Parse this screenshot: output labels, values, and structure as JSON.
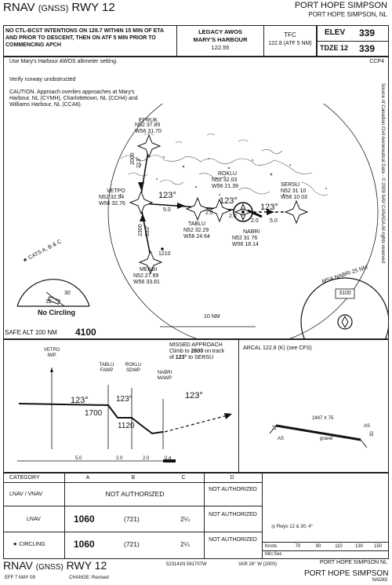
{
  "header": {
    "title_prefix": "RNAV",
    "title_sub": "(GNSS)",
    "title_rwy": "RWY 12",
    "location": "PORT HOPE SIMPSON",
    "location_sub": "PORT HOPE SIMPSON, NL"
  },
  "briefing": {
    "ctl_text": "NO CTL-BCST INTENTIONS ON 126.7 WITHIN 15 MIN OF ETA AND PRIOR TO DESCENT, THEN ON ATF 5 MIN PRIOR TO COMMENCING APCH",
    "awos_line1": "LEGACY AWOS",
    "awos_line2": "MARY'S HARBOUR",
    "awos_freq": "122.55",
    "tfc_label": "TFC",
    "tfc_freq": "122.8 (ATF 5 NM)",
    "elev_label": "ELEV",
    "elev_value": "339",
    "tdze_label": "TDZE 12",
    "tdze_value": "339"
  },
  "notes": {
    "ccp": "CCP4",
    "note1": "Use Mary's Harbour AWOS altimeter setting.",
    "note2": "Verify runway unobstructed",
    "note3": "CAUTION. Approach overlies approaches at Mary's Harbour, NL (CYMH), Charlottetown, NL (CCH4) and Williams Harbour, NL (CCA6)."
  },
  "plan_view": {
    "waypoints": {
      "epruk": {
        "name": "EPRUK",
        "lat": "N52 37.89",
        "lon": "W56 31.70"
      },
      "vetpo": {
        "name": "VETPO",
        "lat": "N52 32.94",
        "lon": "W56 32.76"
      },
      "roklu": {
        "name": "ROKLU",
        "lat": "N52 32.03",
        "lon": "W56 21.39"
      },
      "sersu": {
        "name": "SERSU",
        "lat": "N52 31 10",
        "lon": "W56 10 03"
      },
      "tablu": {
        "name": "TABLU",
        "lat": "N52 32.29",
        "lon": "W56 24.64"
      },
      "nabri": {
        "name": "NABRI",
        "lat": "N52 31 76",
        "lon": "W56 18.14"
      },
      "menbi": {
        "name": "MENBI",
        "lat": "N52 27.99",
        "lon": "W56 33.81"
      }
    },
    "legs": {
      "epruk_alt": "2000",
      "epruk_course": "213°",
      "menbi_alt": "2300",
      "menbi_course": "033°",
      "main_course": "123°",
      "dist_5": "5.0",
      "dist_2": "2.0",
      "dist_2b": "2.0",
      "dist_2c": "2.0",
      "missed_course": "123°",
      "missed_dist": "5.0"
    },
    "obstacle": "1210",
    "scale": "10 NM",
    "cats": "CATS A, B & C",
    "no_circling": "No Circling",
    "circling_sector_a": "12",
    "circling_sector_b": "30",
    "msa_label": "MSA NABRI 25 NM",
    "msa_value": "3100",
    "side_text": "Source of Canadian Civil Aeronautical Data - © 2009 NAV CANADA All rights reserved",
    "safe_alt_label": "SAFE ALT 100 NM",
    "safe_alt_value": "4100"
  },
  "profile": {
    "missed_text_1": "MISSED APPROACH",
    "missed_text_2": "Climb to",
    "missed_alt": "2600",
    "missed_text_3": "on track",
    "missed_text_4": "of",
    "missed_track": "123°",
    "missed_text_5": "to SERSU",
    "vetpo": "VETPO",
    "vetpo_role": "IWP",
    "tablu": "TABLU",
    "tablu_role": "FAWP",
    "roklu": "ROKLU",
    "roklu_role": "SDWP",
    "nabri": "NABRI",
    "nabri_role": "MAWP",
    "course1": "123°",
    "course2": "123°",
    "course3": "123°",
    "alt1": "1700",
    "alt2": "1120",
    "dist1": "5.0",
    "dist2": "2.0",
    "dist3": "2.0",
    "dist4": "0.4"
  },
  "airport": {
    "arcal": "ARCAL 122.8 (K) (see CFS)",
    "rwy_dims": "2497 X 75",
    "surface": "gravel",
    "rwy_left": "12",
    "rwy_right": "30",
    "as_left": "AS",
    "as_right": "AS",
    "lights": "Rwys 12 & 30, 4°"
  },
  "minimums": {
    "cat_header": "CATEGORY",
    "col_a": "A",
    "col_b": "B",
    "col_c": "C",
    "col_d": "D",
    "row1_label": "LNAV / VNAV",
    "row1_value": "NOT AUTHORIZED",
    "row1_d": "NOT AUTHORIZED",
    "row2_label": "LNAV",
    "row2_mda": "1060",
    "row2_hat": "(721)",
    "row2_vis": "2¼",
    "row2_d": "NOT AUTHORIZED",
    "row3_label": "CIRCLING",
    "row3_mda": "1060",
    "row3_hat": "(721)",
    "row3_vis": "2¼",
    "row3_d": "NOT AUTHORIZED",
    "knots_label": "Knots",
    "knots": [
      "70",
      "90",
      "110",
      "130",
      "150"
    ],
    "minsec_label": "Min:Sec"
  },
  "footer": {
    "title_prefix": "RNAV",
    "title_sub": "(GNSS)",
    "title_rwy": "RWY 12",
    "coords": "523141N 561707W",
    "var": "VAR 26° W (2000)",
    "location": "PORT HOPE SIMPSON NL",
    "eff": "EFF 7 MAY 09",
    "change": "CHANGE: Revised",
    "location_big": "PORT HOPE SIMPSON",
    "nad": "NAD83"
  }
}
